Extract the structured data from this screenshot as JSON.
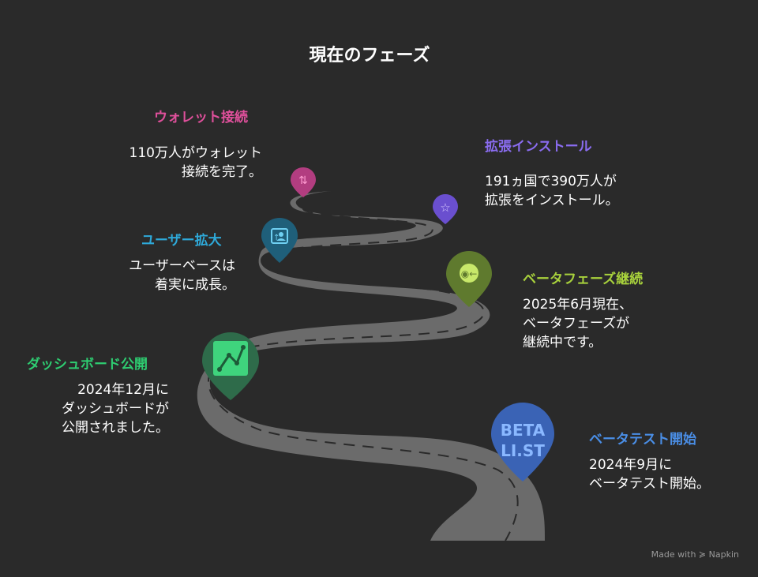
{
  "title": "現在のフェーズ",
  "milestones": [
    {
      "title": "ウォレット接続",
      "description": "110万人がウォレット\n接続を完了。",
      "color": "#e0509c",
      "icon": "wallet-swap-icon"
    },
    {
      "title": "拡張インストール",
      "description": "191ヵ国で390万人が\n拡張をインストール。",
      "color": "#7a5ce6",
      "icon": "star-plus-icon"
    },
    {
      "title": "ユーザー拡大",
      "description": "ユーザーベースは\n着実に成長。",
      "color": "#2ea9d9",
      "icon": "user-growth-icon"
    },
    {
      "title": "ベータフェーズ継続",
      "description": "2025年6月現在、\nベータフェーズが\n継続中です。",
      "color": "#9cc43a",
      "icon": "continue-icon"
    },
    {
      "title": "ダッシュボード公開",
      "description": "2024年12月に\nダッシュボードが\n公開されました。",
      "color": "#2ecc71",
      "icon": "dashboard-chart-icon"
    },
    {
      "title": "ベータテスト開始",
      "description": "2024年9月に\nベータテスト開始。",
      "color": "#4a8ee6",
      "icon": "beta-list-icon"
    }
  ],
  "beta_badge": {
    "line1": "BETA",
    "line2": "LI.ST"
  },
  "footer": "Made with ≽ Napkin"
}
